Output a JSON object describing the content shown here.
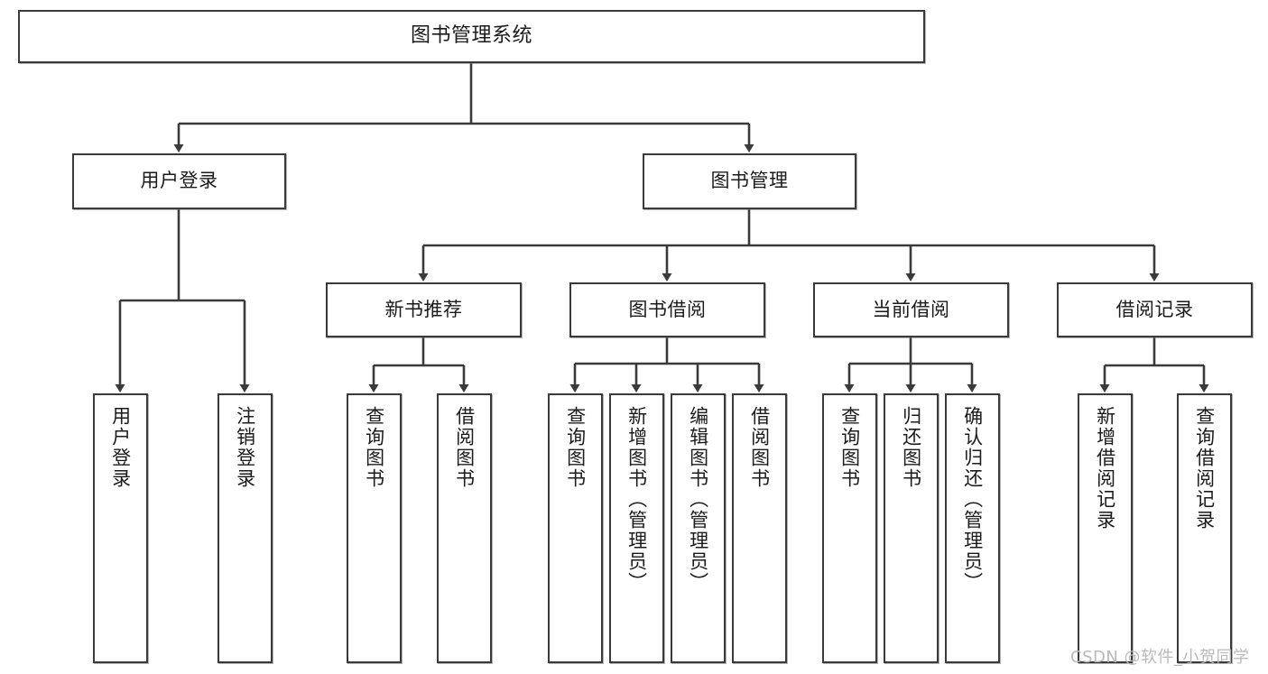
{
  "diagram": {
    "title": "图书管理系统",
    "type": "tree",
    "watermark": "CSDN @软件_小贺同学",
    "colors": {
      "box_border": "#3a3a3a",
      "box_fill": "#ffffff",
      "connector": "#3a3a3a",
      "text": "#1b1b1b",
      "watermark": "#b9b9b9",
      "background": "#ffffff"
    },
    "nodes": {
      "root": {
        "label": "图书管理系统"
      },
      "tier2": [
        {
          "id": "user-login",
          "label": "用户登录"
        },
        {
          "id": "book-management",
          "label": "图书管理"
        }
      ],
      "tier3": [
        {
          "id": "new-book-recommend",
          "label": "新书推荐"
        },
        {
          "id": "book-borrow",
          "label": "图书借阅"
        },
        {
          "id": "current-borrow",
          "label": "当前借阅"
        },
        {
          "id": "borrow-record",
          "label": "借阅记录"
        }
      ],
      "leaves": {
        "user-login": [
          {
            "id": "leaf-user-login",
            "label": "用户登录"
          },
          {
            "id": "leaf-logout-login",
            "label": "注销登录"
          }
        ],
        "new-book-recommend": [
          {
            "id": "leaf-query-book-1",
            "label": "查询图书"
          },
          {
            "id": "leaf-borrow-book-1",
            "label": "借阅图书"
          }
        ],
        "book-borrow": [
          {
            "id": "leaf-query-book-2",
            "label": "查询图书"
          },
          {
            "id": "leaf-add-book",
            "label": "新增图书（管理员）"
          },
          {
            "id": "leaf-edit-book",
            "label": "编辑图书（管理员）"
          },
          {
            "id": "leaf-borrow-book-2",
            "label": "借阅图书"
          }
        ],
        "current-borrow": [
          {
            "id": "leaf-query-book-3",
            "label": "查询图书"
          },
          {
            "id": "leaf-return-book",
            "label": "归还图书"
          },
          {
            "id": "leaf-confirm-return",
            "label": "确认归还（管理员）"
          }
        ],
        "borrow-record": [
          {
            "id": "leaf-add-borrow-record",
            "label": "新增借阅记录"
          },
          {
            "id": "leaf-query-borrow-record",
            "label": "查询借阅记录"
          }
        ]
      }
    },
    "edges": [
      {
        "from": "图书管理系统",
        "to": "用户登录"
      },
      {
        "from": "图书管理系统",
        "to": "图书管理"
      },
      {
        "from": "用户登录",
        "to": "用户登录"
      },
      {
        "from": "用户登录",
        "to": "注销登录"
      },
      {
        "from": "图书管理",
        "to": "新书推荐"
      },
      {
        "from": "图书管理",
        "to": "图书借阅"
      },
      {
        "from": "图书管理",
        "to": "当前借阅"
      },
      {
        "from": "图书管理",
        "to": "借阅记录"
      },
      {
        "from": "新书推荐",
        "to": "查询图书"
      },
      {
        "from": "新书推荐",
        "to": "借阅图书"
      },
      {
        "from": "图书借阅",
        "to": "查询图书"
      },
      {
        "from": "图书借阅",
        "to": "新增图书（管理员）"
      },
      {
        "from": "图书借阅",
        "to": "编辑图书（管理员）"
      },
      {
        "from": "图书借阅",
        "to": "借阅图书"
      },
      {
        "from": "当前借阅",
        "to": "查询图书"
      },
      {
        "from": "当前借阅",
        "to": "归还图书"
      },
      {
        "from": "当前借阅",
        "to": "确认归还（管理员）"
      },
      {
        "from": "借阅记录",
        "to": "新增借阅记录"
      },
      {
        "from": "借阅记录",
        "to": "查询借阅记录"
      }
    ]
  }
}
